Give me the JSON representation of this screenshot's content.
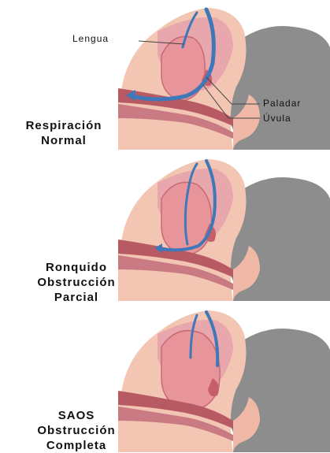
{
  "panels": [
    {
      "caption_lines": [
        "Respiración",
        "Normal"
      ],
      "labels": {
        "tongue": "Lengua",
        "palate": "Paladar",
        "uvula": "Úvula"
      }
    },
    {
      "caption_lines": [
        "Ronquido",
        "Obstrucción",
        "Parcial"
      ]
    },
    {
      "caption_lines": [
        "SAOS",
        "Obstrucción",
        "Completa"
      ]
    }
  ],
  "colors": {
    "airflow": "#3f78b8",
    "head_silhouette": "#8d8d8d",
    "soft_tissue": "#e8a7ac",
    "tongue": "#e7949b",
    "muscle": "#b85a64",
    "skin": "#f3c6b4"
  }
}
